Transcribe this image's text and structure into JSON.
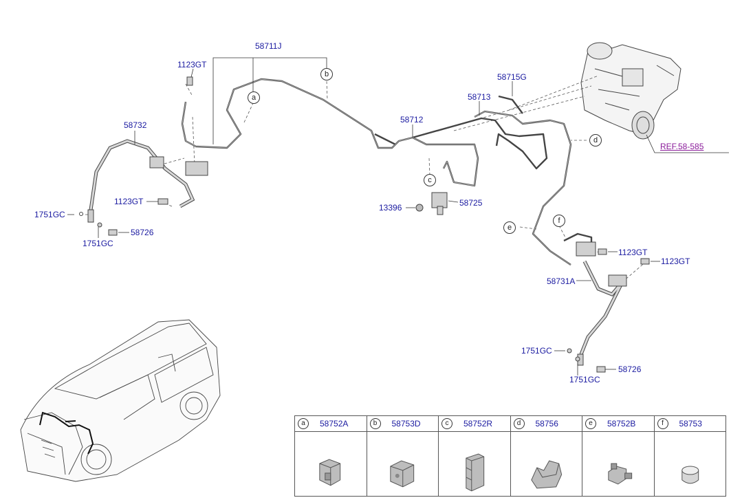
{
  "callouts": {
    "c58711J": "58711J",
    "c1123GT_top": "1123GT",
    "c58732": "58732",
    "c1123GT_left": "1123GT",
    "c1751GC_left1": "1751GC",
    "c1751GC_left2": "1751GC",
    "c58726_left": "58726",
    "c58712": "58712",
    "c13396": "13396",
    "c58725": "58725",
    "c58713": "58713",
    "c58715G": "58715G",
    "cREF": "REF.58-585",
    "c1123GT_r1": "1123GT",
    "c1123GT_r2": "1123GT",
    "c58731A": "58731A",
    "c1751GC_right1": "1751GC",
    "c1751GC_right2": "1751GC",
    "c58726_right": "58726"
  },
  "tags": {
    "a": "a",
    "b": "b",
    "c": "c",
    "d": "d",
    "e": "e",
    "f": "f"
  },
  "legend": [
    {
      "letter": "a",
      "part": "58752A"
    },
    {
      "letter": "b",
      "part": "58753D"
    },
    {
      "letter": "c",
      "part": "58752R"
    },
    {
      "letter": "d",
      "part": "58756"
    },
    {
      "letter": "e",
      "part": "58752B"
    },
    {
      "letter": "f",
      "part": "58753"
    }
  ],
  "colors": {
    "callout": "#1a1aa0",
    "reference": "#8a1a9a",
    "line": "#333333",
    "part_fill": "#bdbdbd"
  }
}
